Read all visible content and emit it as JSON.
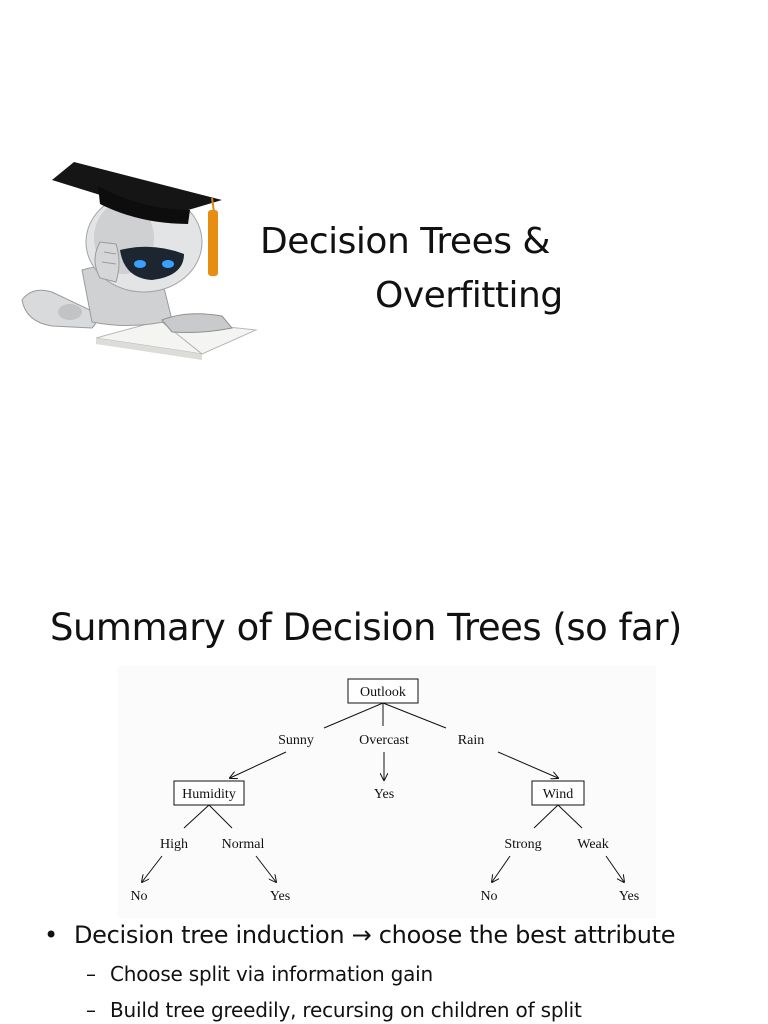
{
  "slide1": {
    "title_line_1": "Decision Trees &",
    "title_line_2": "Overfitting",
    "image": "robot-graduate-reading-book"
  },
  "slide2": {
    "title": "Summary of Decision Trees (so far)",
    "tree": {
      "root": "Outlook",
      "root_branches": [
        "Sunny",
        "Overcast",
        "Rain"
      ],
      "humidity": "Humidity",
      "overcast_leaf": "Yes",
      "wind": "Wind",
      "humidity_branches": [
        "High",
        "Normal"
      ],
      "wind_branches": [
        "Strong",
        "Weak"
      ],
      "humidity_leaves": [
        "No",
        "Yes"
      ],
      "wind_leaves": [
        "No",
        "Yes"
      ]
    },
    "bullet": {
      "symbol": "•",
      "text_before": "Decision tree induction ",
      "arrow": "→",
      "text_after": " choose the best attribute"
    },
    "subbullets": [
      {
        "dash": "–",
        "text": "Choose split via information gain"
      },
      {
        "dash": "–",
        "text": "Build tree greedily, recursing on children of split"
      }
    ]
  }
}
